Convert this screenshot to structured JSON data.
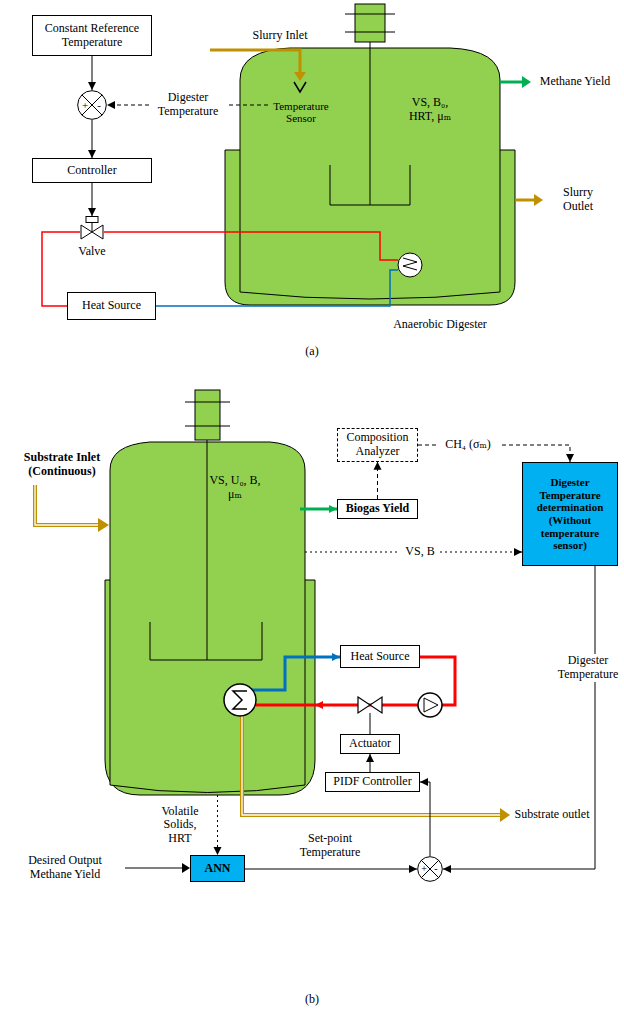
{
  "diagram": {
    "nodes": [
      {
        "text": [
          "Constant Reference Temperature"
        ]
      },
      {
        "text": [
          "+",
          "-"
        ]
      },
      {
        "text": [
          "Controller"
        ]
      },
      {
        "text": [
          "Valve"
        ]
      },
      {
        "text": [
          "Heat Source"
        ]
      },
      {
        "text": [
          "Anaerobic Digester",
          "VS, B₀, HRT, μₘ"
        ]
      },
      {
        "text": [
          "Temperature Sensor"
        ],
        "in": 5
      },
      {
        "text": [
          "VS, U₀, B, μₘ"
        ]
      },
      {
        "text": [
          "Composition Analyzer"
        ]
      },
      {
        "text": [
          "Biogas Yield"
        ]
      },
      {
        "text": [
          "Digester Temperature determination (Without temperature sensor)"
        ]
      },
      {
        "text": [
          "Heat Source"
        ]
      },
      {
        "text": [
          "Actuator"
        ]
      },
      {
        "text": [
          "PIDF Controller"
        ]
      },
      {
        "text": [
          "ANN"
        ]
      },
      {
        "text": [
          "+",
          "-"
        ]
      }
    ],
    "edges": [
      {
        "from": 0,
        "to": 1,
        "arrow": "to"
      },
      {
        "from": 1,
        "to": 2,
        "arrow": "to"
      },
      {
        "from": 2,
        "to": 3,
        "arrow": "to"
      },
      {
        "from": 4,
        "to": 3,
        "arrow": "none"
      },
      {
        "from": 3,
        "to": 5,
        "arrow": "none"
      },
      {
        "from": 5,
        "to": 4,
        "arrow": "none"
      },
      {
        "from": 6,
        "to": 1,
        "label": "Digester Temperature",
        "arrow": "to"
      },
      {
        "from": 7,
        "to": 9,
        "arrow": "to"
      },
      {
        "from": 9,
        "to": 8,
        "arrow": "to"
      },
      {
        "from": 8,
        "to": 10,
        "label": "CH₄ (σₘ)",
        "arrow": "to"
      },
      {
        "from": 7,
        "to": 10,
        "label": "VS, B",
        "arrow": "to"
      },
      {
        "from": 10,
        "to": 15,
        "label": "Digester Temperature",
        "arrow": "to"
      },
      {
        "from": 14,
        "to": 15,
        "label": "Set-point Temperature",
        "arrow": "to"
      },
      {
        "from": 15,
        "to": 13,
        "arrow": "to"
      },
      {
        "from": 13,
        "to": 12,
        "arrow": "to"
      },
      {
        "from": 11,
        "to": 7,
        "arrow": "to"
      },
      {
        "from": 7,
        "to": 11,
        "arrow": "to"
      },
      {
        "from": 7,
        "to": 14,
        "label": "Volatile Solids, HRT",
        "arrow": "to"
      }
    ],
    "labels": [
      "Slurry Inlet",
      "Methane Yield",
      "Slurry Outlet",
      "(a)",
      "Substrate Inlet (Continuous)",
      "Substrate outlet",
      "Desired Output Methane Yield",
      "(b)"
    ]
  }
}
